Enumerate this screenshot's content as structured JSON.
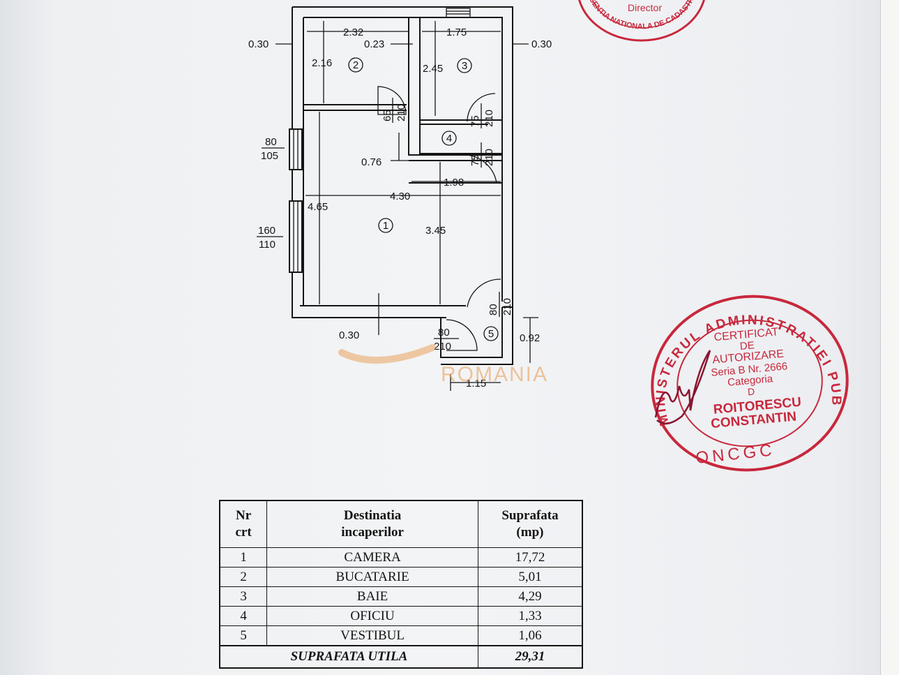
{
  "plan": {
    "room_markers": [
      "1",
      "2",
      "3",
      "4",
      "5"
    ],
    "dimensions": {
      "outer_left_wall": "0.30",
      "outer_right_wall": "0.30",
      "inner_wall": "0.23",
      "kitchen_width": "2.32",
      "kitchen_depth": "2.16",
      "bath_width": "1.75",
      "bath_depth": "2.45",
      "passage_offset": "0.76",
      "office_width": "1.98",
      "room_width": "4.30",
      "room_depth": "4.65",
      "room_inner_depth": "3.45",
      "bottom_wall": "0.30",
      "vestibule_depth": "0.92",
      "vestibule_width": "1.15"
    },
    "windows": [
      {
        "width": "80",
        "height": "105"
      },
      {
        "width": "160",
        "height": "110"
      }
    ],
    "doors": [
      {
        "width": "65",
        "height": "210"
      },
      {
        "width": "75",
        "height": "210"
      },
      {
        "width": "75",
        "height": "210"
      },
      {
        "width": "80",
        "height": "210"
      },
      {
        "width": "80",
        "height": "210"
      }
    ]
  },
  "watermark": {
    "text": "ROMANIA",
    "color": "#e9a25c"
  },
  "stamp": {
    "color": "#c8283c",
    "ring_text": "MINISTERUL ADMINISTRATIEI PUBLICE",
    "bottom_text": "ONCGC",
    "lines": [
      "CERTIFICAT",
      "DE",
      "AUTORIZARE",
      "Seria B Nr. 2666",
      "Categoria",
      "D",
      "ROITORESCU",
      "CONSTANTIN"
    ]
  },
  "stamp_top": {
    "text": "Director",
    "ring_text": "AGENTIA NATIONALA DE CADASTRU SI PUBLICITATE IMOBILIARA"
  },
  "table": {
    "headers": {
      "nr": [
        "Nr",
        "crt"
      ],
      "destinatia": [
        "Destinatia",
        "incaperilor"
      ],
      "suprafata": [
        "Suprafata",
        "(mp)"
      ]
    },
    "rows": [
      {
        "nr": "1",
        "name": "CAMERA",
        "area": "17,72"
      },
      {
        "nr": "2",
        "name": "BUCATARIE",
        "area": "5,01"
      },
      {
        "nr": "3",
        "name": "BAIE",
        "area": "4,29"
      },
      {
        "nr": "4",
        "name": "OFICIU",
        "area": "1,33"
      },
      {
        "nr": "5",
        "name": "VESTIBUL",
        "area": "1,06"
      }
    ],
    "total": {
      "label": "SUPRAFATA UTILA",
      "area": "29,31"
    }
  }
}
